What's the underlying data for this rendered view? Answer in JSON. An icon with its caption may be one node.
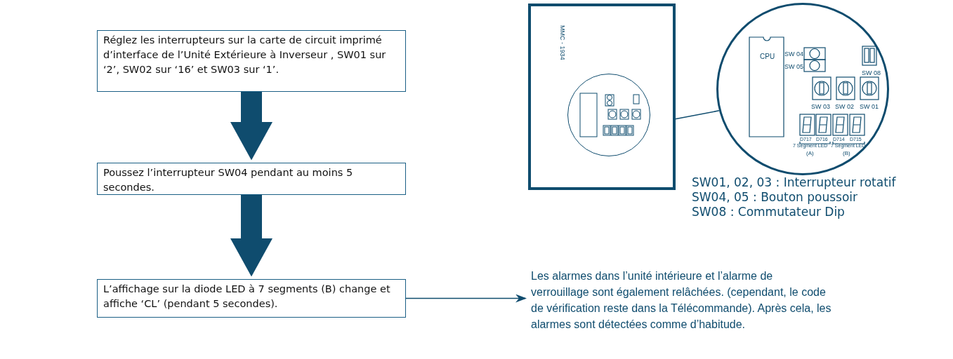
{
  "diagram": {
    "nodes": [
      {
        "text": [
          "Réglez les interrupteurs sur la carte de circuit imprimé d’interface de l’Unité Extérieure à Inverseur , SW01 sur ‘2’, SW02 sur ‘16’ et SW03 sur ‘1’."
        ]
      },
      {
        "text": [
          "Poussez l’interrupteur SW04 pendant au moins 5 secondes."
        ]
      },
      {
        "text": [
          "L’affichage sur la diode LED à 7 segments (B) change et affiche ‘CL’ (pendant 5 secondes)."
        ]
      },
      {
        "text": [
          "Les alarmes dans l’unité intérieure et l’alarme de verrouillage sont également relâchées. (cependant, le code de vérification reste dans la Télécommande). Après cela, les alarmes sont détectées comme d’habitude."
        ]
      },
      {
        "text": [],
        "shape": "box"
      },
      {
        "text": [],
        "shape": "circle",
        "in": 4
      },
      {
        "text": [],
        "shape": "circle"
      }
    ],
    "edges": [
      {
        "from": 0,
        "to": 1,
        "arrow": "to",
        "style": "thick"
      },
      {
        "from": 1,
        "to": 2,
        "arrow": "to",
        "style": "thick"
      },
      {
        "from": 2,
        "to": 3,
        "arrow": "to"
      },
      {
        "from": 5,
        "to": 6,
        "arrow": "none"
      }
    ],
    "labels": [
      "MMC - 1934",
      "CPU",
      "SW 04",
      "SW 05",
      "SW 08",
      "SW 03",
      "SW 02",
      "SW 01",
      "D717",
      "D716",
      "D714",
      "D715",
      "7 Segment LED",
      "(A)",
      "7 Segment LED",
      "(B)",
      "SW01, 02, 03 : Interrupteur rotatif",
      "SW04, 05 : Bouton poussoir",
      "SW08 : Commutateur Dip"
    ]
  }
}
